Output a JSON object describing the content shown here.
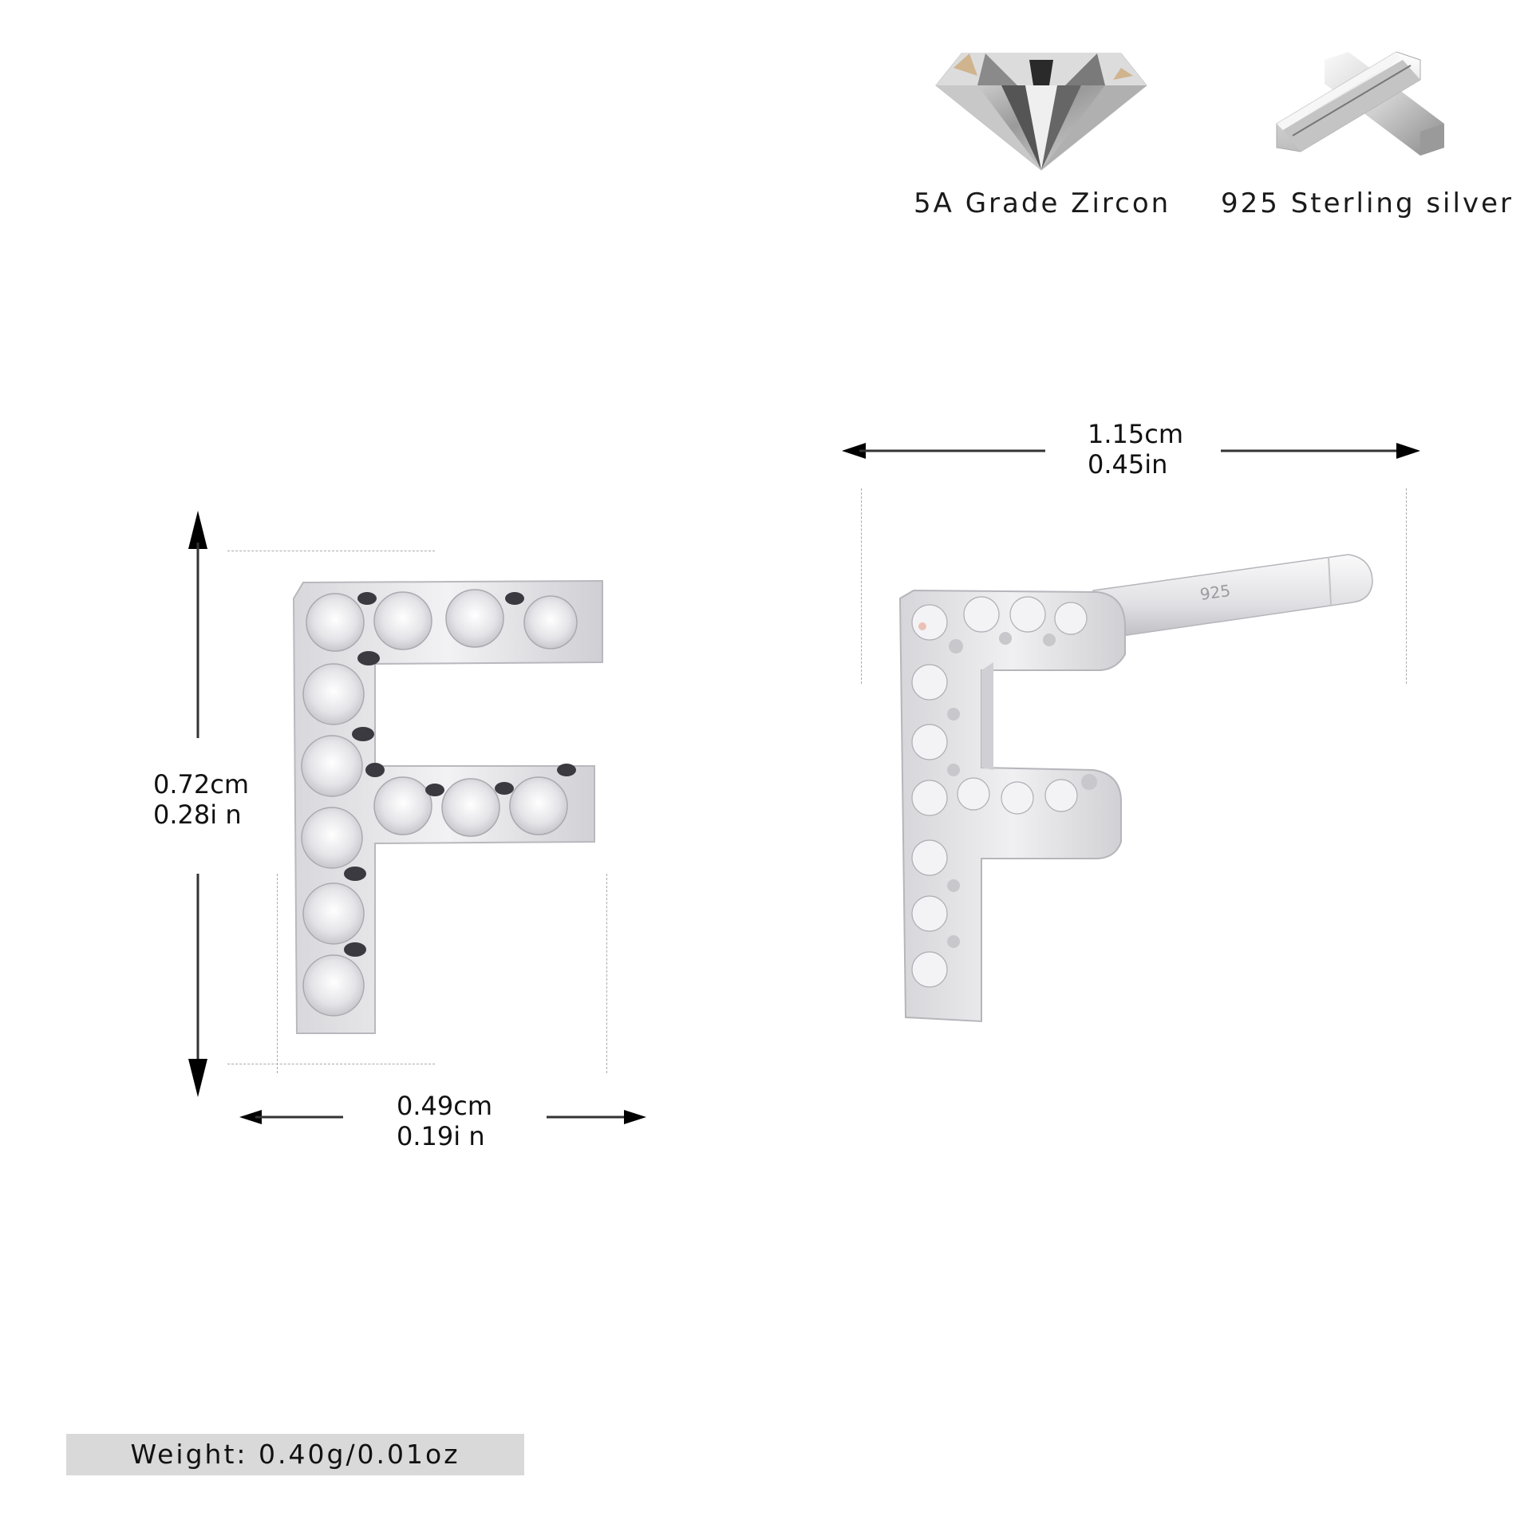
{
  "features": [
    {
      "icon": "diamond-icon",
      "label": "5A Grade Zircon"
    },
    {
      "icon": "silver-bars-icon",
      "label": "925 Sterling silver"
    }
  ],
  "product": {
    "letter": "F",
    "post_stamp": "925",
    "metal_color": "#e6e6ea",
    "stone_color": "#f4f4f6"
  },
  "dimensions": {
    "height": {
      "cm": "0.72cm",
      "in": "0.28i n"
    },
    "width": {
      "cm": "0.49cm",
      "in": "0.19i n"
    },
    "depth": {
      "cm": "1.15cm",
      "in": "0.45in"
    }
  },
  "weight": {
    "label": "Weight: 0.40g/0.01oz"
  }
}
